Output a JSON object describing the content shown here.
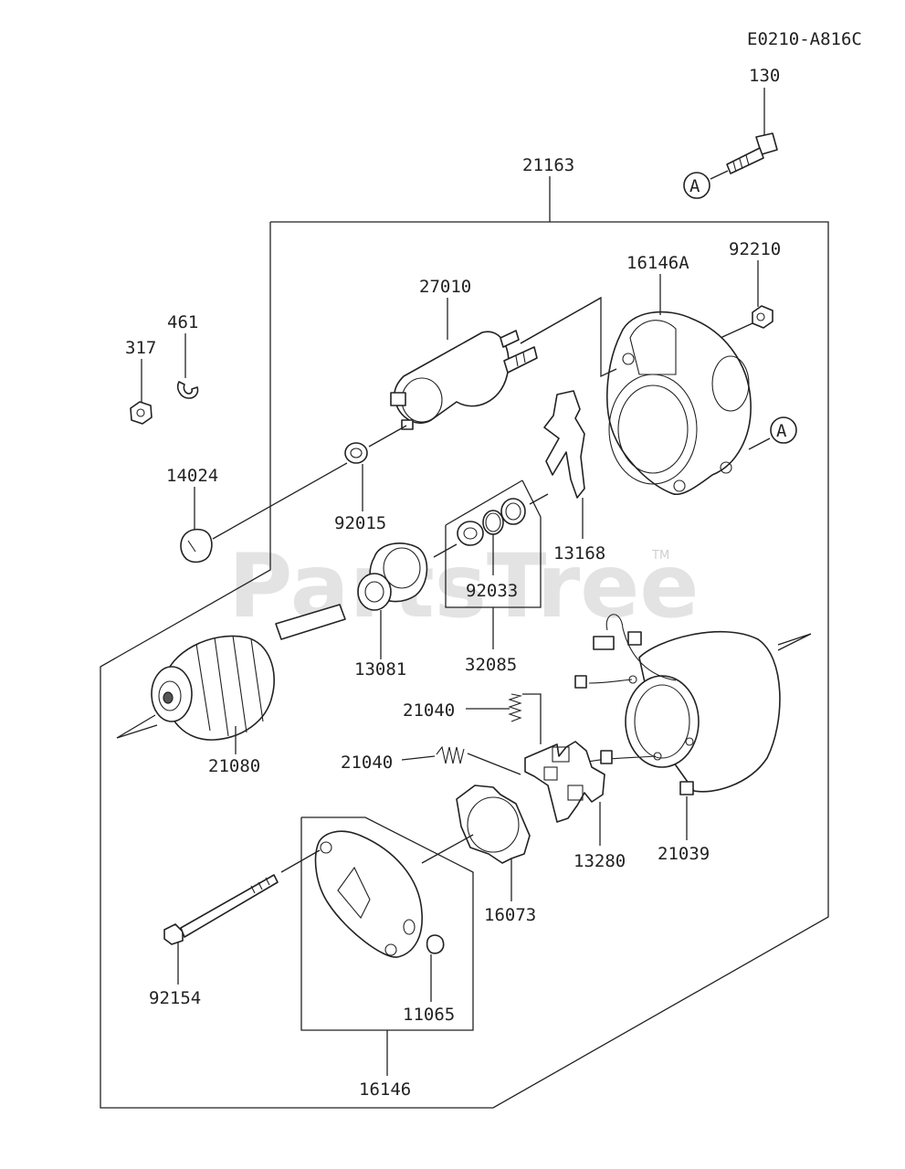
{
  "diagram_code": "E0210-A816C",
  "watermark": "PartsTree",
  "watermark_tm": "TM",
  "callout_a": "A",
  "parts": {
    "p130": "130",
    "p21163": "21163",
    "p16146A": "16146A",
    "p92210": "92210",
    "p27010": "27010",
    "p461": "461",
    "p317": "317",
    "p14024": "14024",
    "p92015": "92015",
    "p13168": "13168",
    "p92033": "92033",
    "p32085": "32085",
    "p13081": "13081",
    "p21080": "21080",
    "p21040a": "21040",
    "p21040b": "21040",
    "p13280": "13280",
    "p21039": "21039",
    "p16073": "16073",
    "p92154": "92154",
    "p11065": "11065",
    "p16146": "16146"
  }
}
